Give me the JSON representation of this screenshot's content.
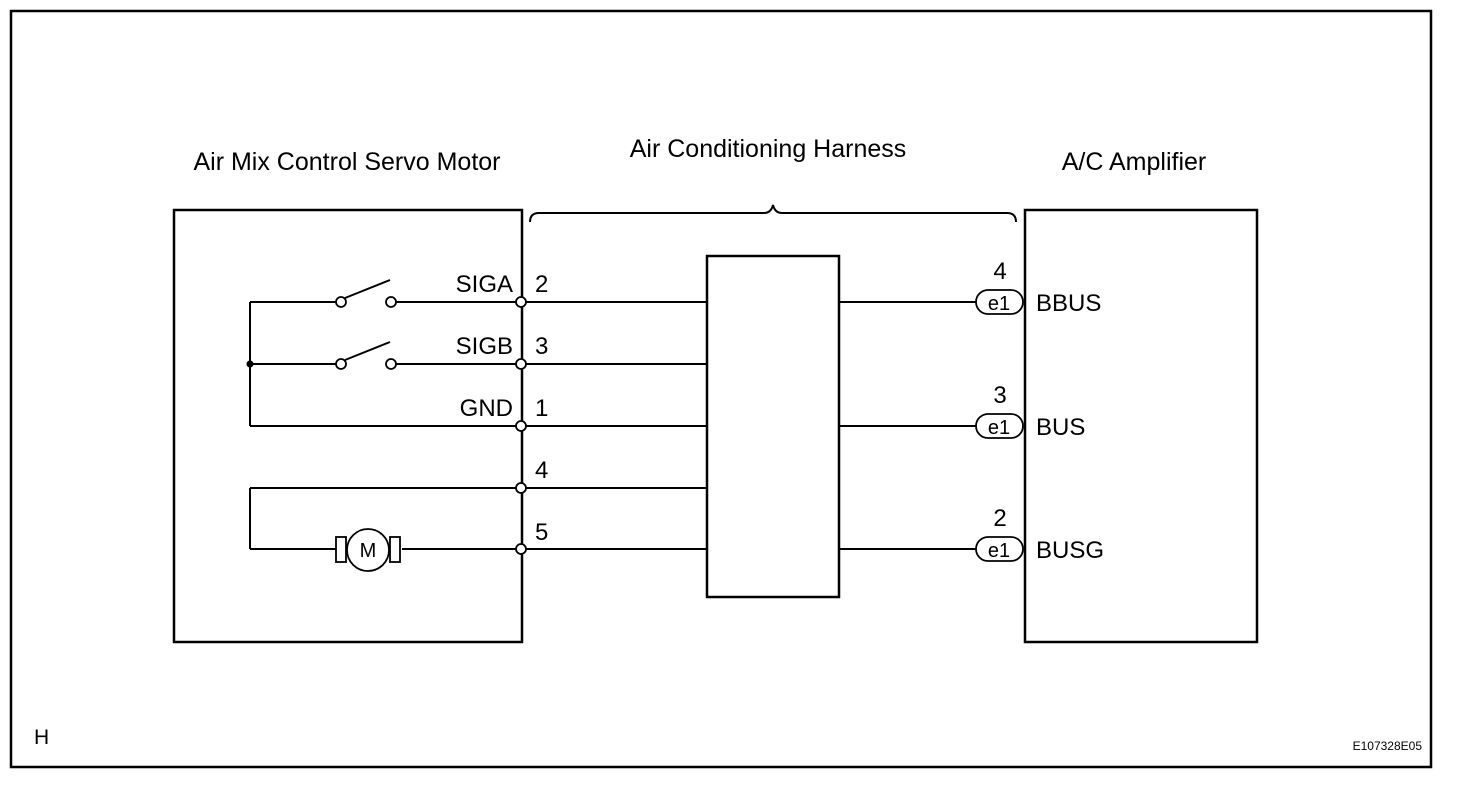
{
  "components": {
    "servo_motor": "Air Mix Control Servo Motor",
    "harness": "Air Conditioning Harness",
    "amplifier": "A/C Amplifier"
  },
  "servo_pins": [
    {
      "signal": "SIGA",
      "pin": "2"
    },
    {
      "signal": "SIGB",
      "pin": "3"
    },
    {
      "signal": "GND",
      "pin": "1"
    },
    {
      "signal": "",
      "pin": "4"
    },
    {
      "signal": "",
      "pin": "5"
    }
  ],
  "motor_symbol": "M",
  "amplifier_pins": [
    {
      "pin": "4",
      "connector": "e1",
      "signal": "BBUS"
    },
    {
      "pin": "3",
      "connector": "e1",
      "signal": "BUS"
    },
    {
      "pin": "2",
      "connector": "e1",
      "signal": "BUSG"
    }
  ],
  "corner_label": "H",
  "figure_code": "E107328E05"
}
